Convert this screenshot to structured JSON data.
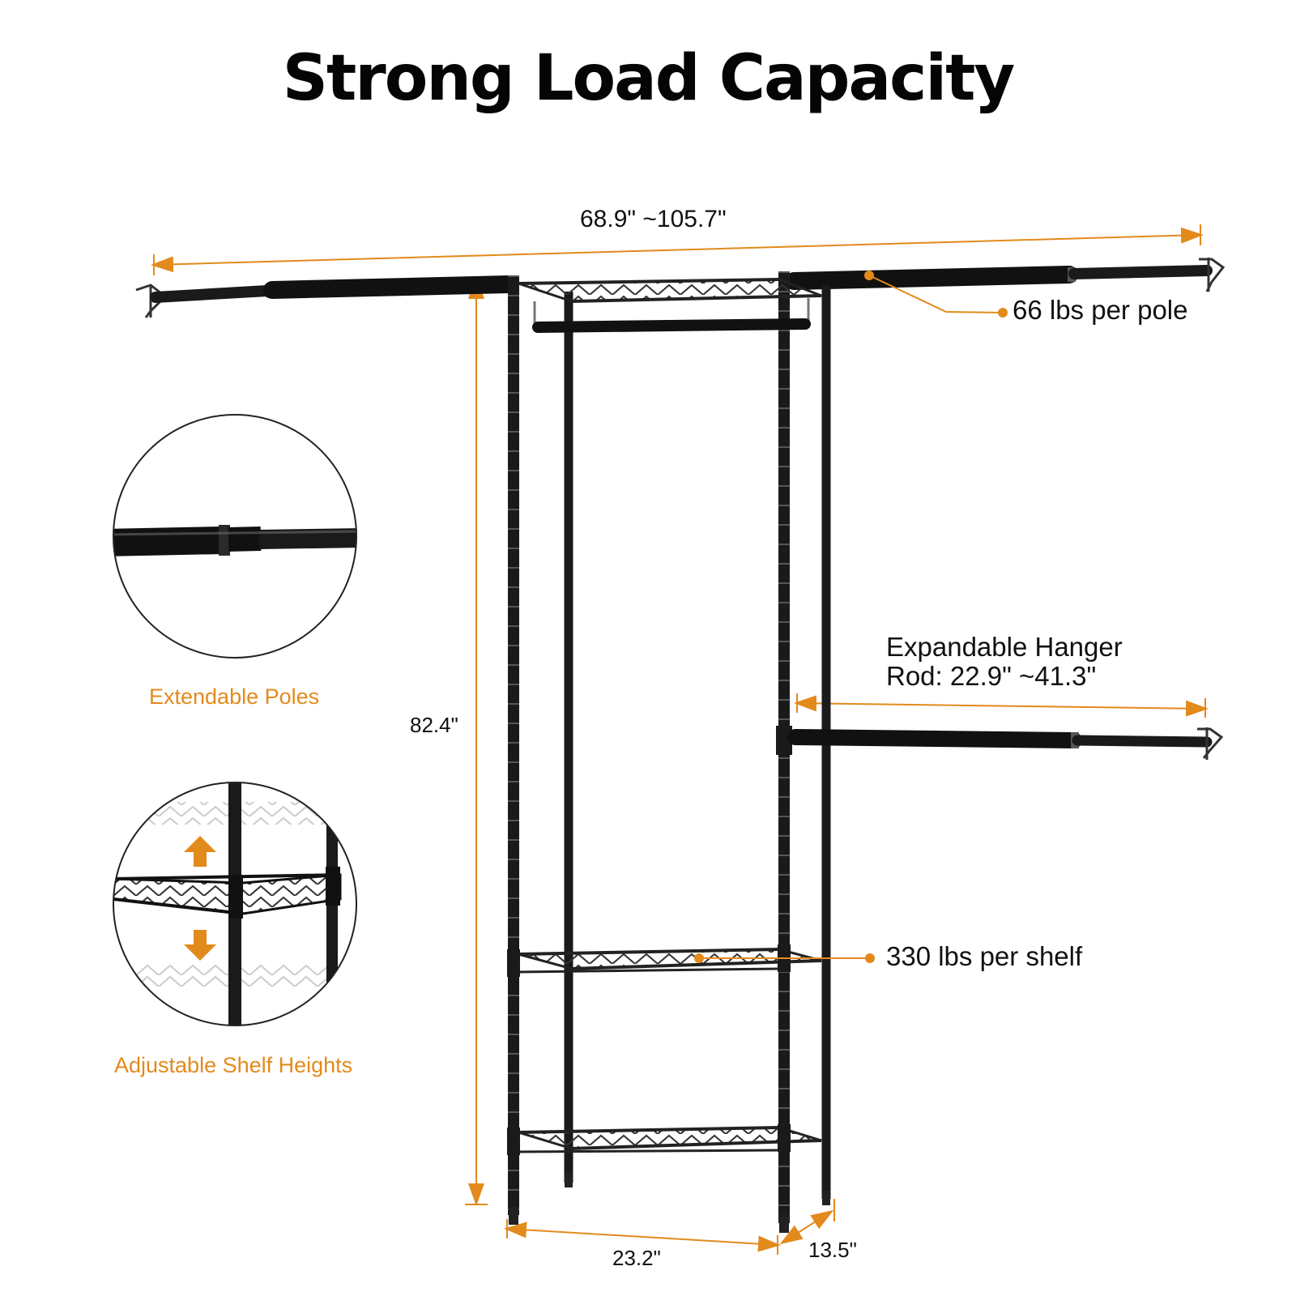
{
  "title": "Strong Load Capacity",
  "dimensions": {
    "total_width": "68.9\" ~105.7\"",
    "height": "82.4\"",
    "shelf_width": "23.2\"",
    "shelf_depth": "13.5\""
  },
  "callouts": {
    "pole_load": "66 lbs per pole",
    "hanger_rod_line1": "Expandable Hanger",
    "hanger_rod_line2": "Rod: 22.9\" ~41.3\"",
    "shelf_load": "330 lbs per shelf"
  },
  "insets": {
    "poles_caption": "Extendable Poles",
    "shelf_caption": "Adjustable Shelf Heights"
  },
  "colors": {
    "accent": "#e38a1c",
    "frame": "#1a1a1a",
    "text": "#111111"
  },
  "icons": {
    "up": "arrow-up-icon",
    "down": "arrow-down-icon"
  }
}
